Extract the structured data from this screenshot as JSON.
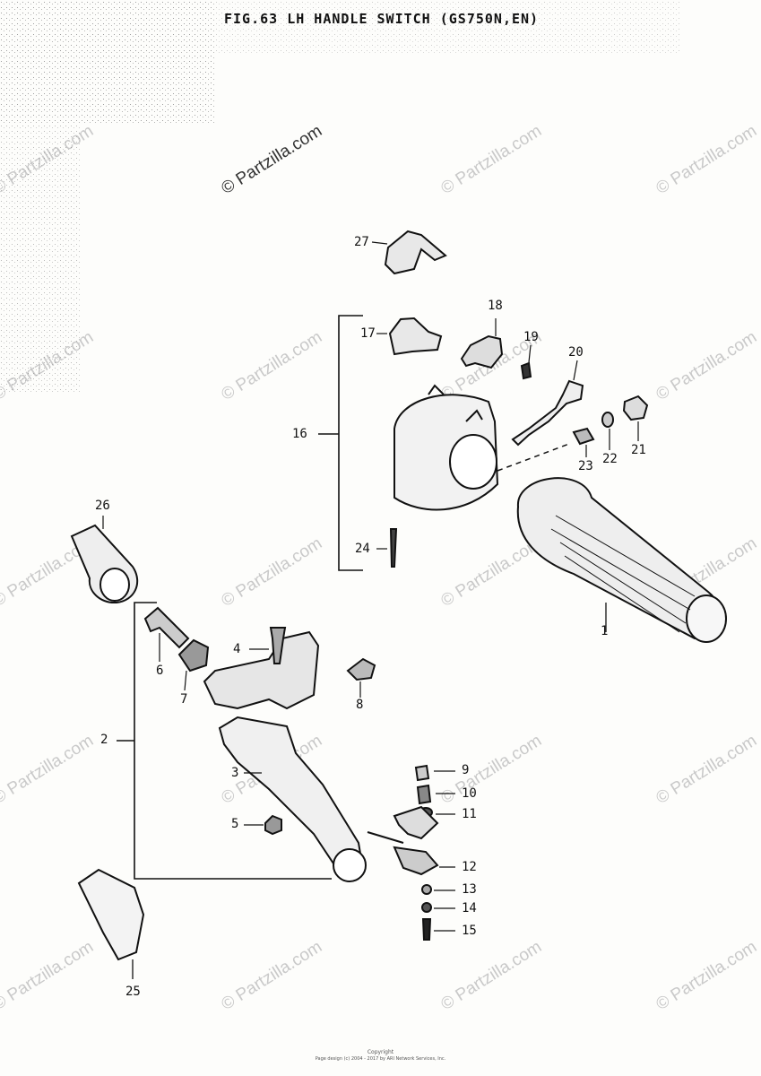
{
  "title": "FIG.63 LH HANDLE SWITCH (GS750N,EN)",
  "watermark": "© Partzilla.com",
  "part_labels": {
    "p1": "1",
    "p2": "2",
    "p3": "3",
    "p4": "4",
    "p5": "5",
    "p6": "6",
    "p7": "7",
    "p8": "8",
    "p9": "9",
    "p10": "10",
    "p11": "11",
    "p12": "12",
    "p13": "13",
    "p14": "14",
    "p15": "15",
    "p16": "16",
    "p17": "17",
    "p18": "18",
    "p19": "19",
    "p20": "20",
    "p21": "21",
    "p22": "22",
    "p23": "23",
    "p24": "24",
    "p25": "25",
    "p26": "26",
    "p27": "27"
  },
  "footer": {
    "line1": "Copyright",
    "line2": "Page design (c) 2004 - 2017 by ARI Network Services, Inc."
  }
}
